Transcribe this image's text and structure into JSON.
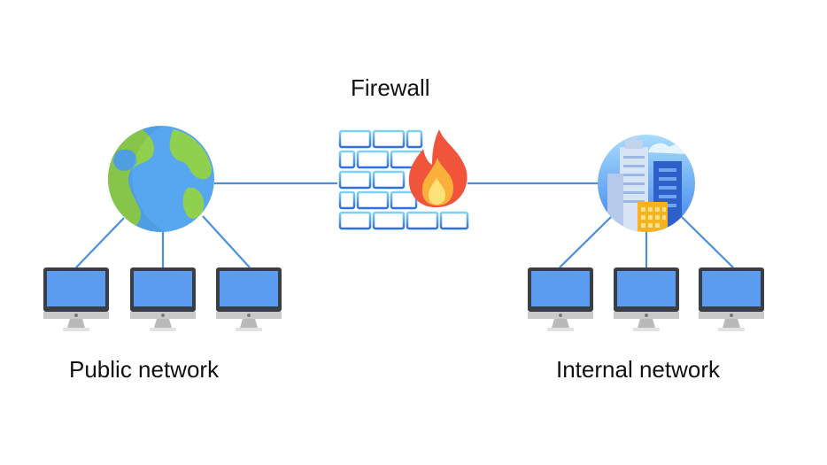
{
  "labels": {
    "firewall": "Firewall",
    "public_network": "Public network",
    "internal_network": "Internal network"
  },
  "nodes": {
    "public": {
      "icon": "globe-icon",
      "computers": 3
    },
    "firewall": {
      "icon": "brick-wall-fire-icon"
    },
    "internal": {
      "icon": "office-building-icon",
      "computers": 3
    }
  },
  "colors": {
    "link": "#4a90d9",
    "ocean": "#56a7f0",
    "land": "#8fd14f",
    "screen": "#5b9cf0",
    "monitor_frame": "#3b3e44",
    "monitor_stand": "#d3d3d3",
    "flame_outer": "#f0553b",
    "flame_inner": "#fbb03b",
    "brick": "#4aa3e8"
  }
}
